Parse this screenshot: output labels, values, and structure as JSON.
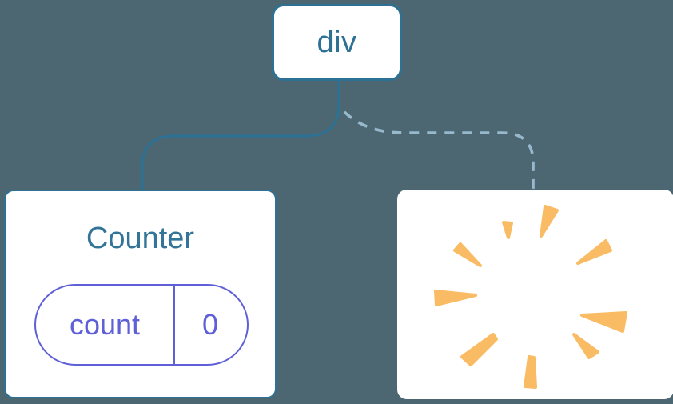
{
  "diagram": {
    "description": "React component tree diagram: a div root keeps the Counter child (solid link, state preserved) while a second child is removed (dashed link, poof starburst)",
    "root_node": {
      "label": "div"
    },
    "counter_node": {
      "title": "Counter",
      "state": {
        "name": "count",
        "value": "0"
      }
    },
    "removed_node": {
      "icon": "poof-starburst"
    }
  },
  "colors": {
    "background": "#4C6771",
    "card_bg": "#FFFFFF",
    "node_border": "#2D7194",
    "root_label": "#2D7194",
    "counter_title": "#337499",
    "state_accent": "#5F60D8",
    "solid_link": "#2D7194",
    "dashed_link": "#97B9CE",
    "burst": "#F9BC64"
  }
}
